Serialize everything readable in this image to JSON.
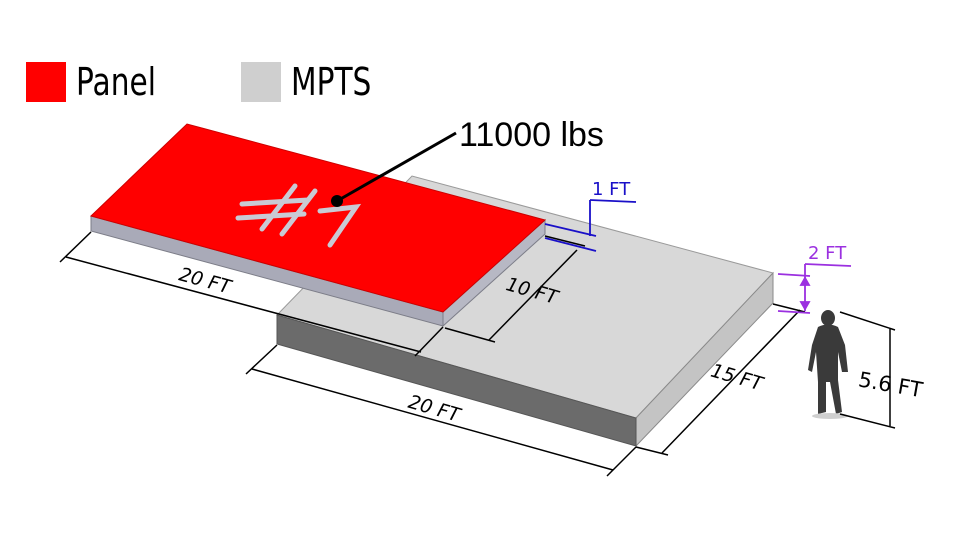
{
  "legend": {
    "panel_label": "Panel",
    "mpts_label": "MPTS",
    "panel_color": "#ff0000",
    "mpts_color": "#cfcfcf"
  },
  "colors": {
    "panel_top": "#ff0000",
    "panel_side": "#a9aab8",
    "mpts_top": "#d8d8d8",
    "mpts_right": "#c4c4c4",
    "mpts_front": "#6b6b6b",
    "offset_blue": "#1a10c8",
    "offset_purple": "#9b30e0"
  },
  "callout": {
    "text": "11000 lbs"
  },
  "panel_mark": {
    "text": "#1"
  },
  "dimensions": {
    "panel_length": "20 FT",
    "panel_width": "10 FT",
    "mpts_length": "20 FT",
    "mpts_width": "15 FT",
    "overhang": "1 FT",
    "mpts_height": "2 FT",
    "person_height": "5.6 FT"
  }
}
